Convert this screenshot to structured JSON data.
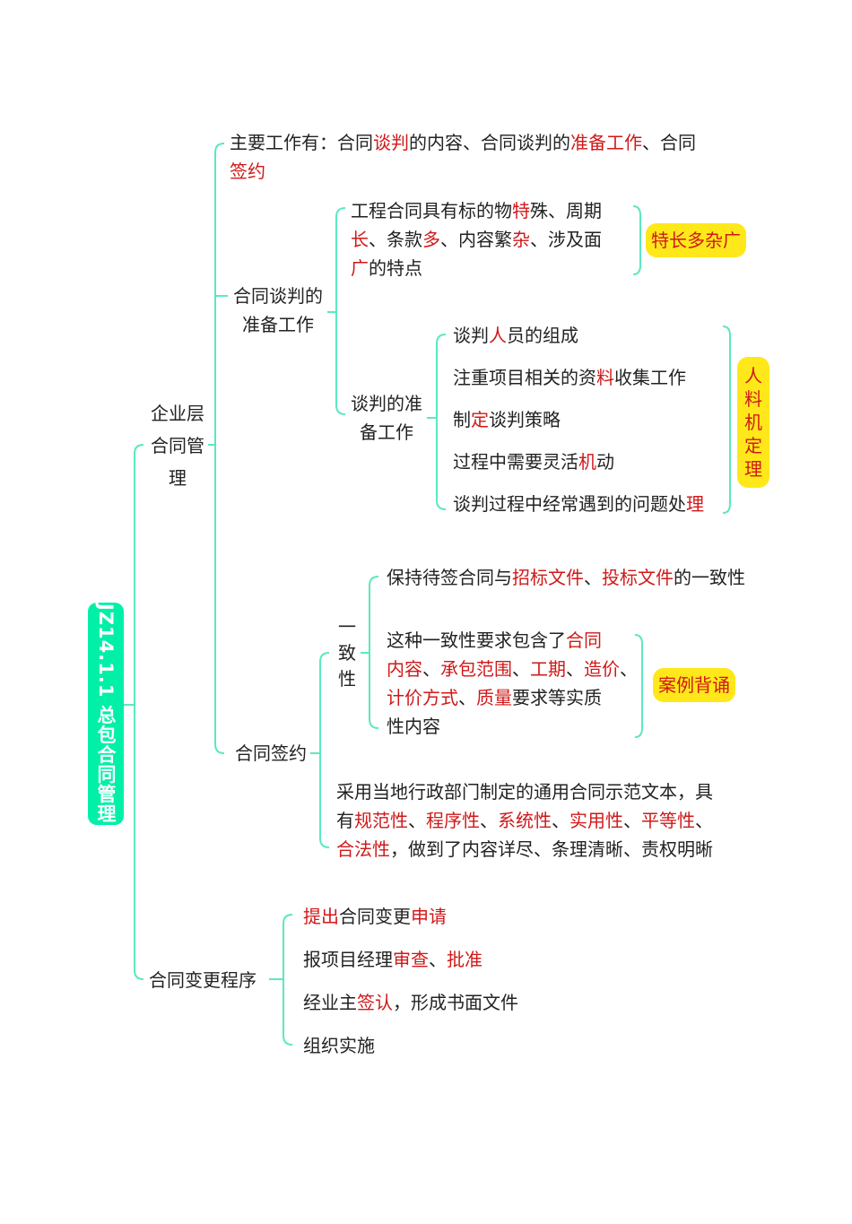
{
  "root": {
    "label": "JZ14.1.1 总包合同管理",
    "color": "#00f0a8"
  },
  "colors": {
    "line": "#5ce8c0",
    "highlight_text": "#d01818",
    "badge_bg": "#ffe81a",
    "root_bg": "#00f0a8"
  },
  "branches": {
    "enterprise": {
      "label_lines": [
        "企业层",
        "合同管",
        "理"
      ],
      "main_work": {
        "line1_segments": [
          {
            "text": "主要工作有：合同",
            "red": false
          },
          {
            "text": "谈判",
            "red": true
          },
          {
            "text": "的内容、合同谈判的",
            "red": false
          },
          {
            "text": "准备工作",
            "red": true
          },
          {
            "text": "、合同",
            "red": false
          }
        ],
        "line2_segments": [
          {
            "text": "签约",
            "red": true
          }
        ]
      },
      "negotiation_prep": {
        "label_lines": [
          "合同谈判的",
          "准备工作"
        ],
        "features": {
          "lines": [
            [
              {
                "text": "工程合同具有标的物",
                "red": false
              },
              {
                "text": "特",
                "red": true
              },
              {
                "text": "殊、周期",
                "red": false
              }
            ],
            [
              {
                "text": "长",
                "red": true
              },
              {
                "text": "、条款",
                "red": false
              },
              {
                "text": "多",
                "red": true
              },
              {
                "text": "、内容繁",
                "red": false
              },
              {
                "text": "杂",
                "red": true
              },
              {
                "text": "、涉及面",
                "red": false
              }
            ],
            [
              {
                "text": "广",
                "red": true
              },
              {
                "text": "的特点",
                "red": false
              }
            ]
          ],
          "badge": "特长多杂广"
        },
        "prep_work": {
          "label_lines": [
            "谈判的准",
            "备工作"
          ],
          "items": [
            [
              {
                "text": "谈判",
                "red": false
              },
              {
                "text": "人",
                "red": true
              },
              {
                "text": "员的组成",
                "red": false
              }
            ],
            [
              {
                "text": "注重项目相关的资",
                "red": false
              },
              {
                "text": "料",
                "red": true
              },
              {
                "text": "收集工作",
                "red": false
              }
            ],
            [
              {
                "text": "制",
                "red": false
              },
              {
                "text": "定",
                "red": true
              },
              {
                "text": "谈判策略",
                "red": false
              }
            ],
            [
              {
                "text": "过程中需要灵活",
                "red": false
              },
              {
                "text": "机",
                "red": true
              },
              {
                "text": "动",
                "red": false
              }
            ],
            [
              {
                "text": "谈判过程中经常遇到的问题处",
                "red": false
              },
              {
                "text": "理",
                "red": true
              }
            ]
          ],
          "badge_chars": [
            "人",
            "料",
            "机",
            "定",
            "理"
          ]
        }
      },
      "signing": {
        "label": "合同签约",
        "consistency": {
          "label_chars": [
            "一",
            "致",
            "性"
          ],
          "item1": [
            {
              "text": "保持待签合同与",
              "red": false
            },
            {
              "text": "招标文件",
              "red": true
            },
            {
              "text": "、",
              "red": false
            },
            {
              "text": "投标文件",
              "red": true
            },
            {
              "text": "的一致性",
              "red": false
            }
          ],
          "item2_lines": [
            [
              {
                "text": "这种一致性要求包含了",
                "red": false
              },
              {
                "text": "合同",
                "red": true
              }
            ],
            [
              {
                "text": "内容",
                "red": true
              },
              {
                "text": "、",
                "red": false
              },
              {
                "text": "承包范围",
                "red": true
              },
              {
                "text": "、",
                "red": false
              },
              {
                "text": "工期",
                "red": true
              },
              {
                "text": "、",
                "red": false
              },
              {
                "text": "造价",
                "red": true
              },
              {
                "text": "、",
                "red": false
              }
            ],
            [
              {
                "text": "计价方式",
                "red": true
              },
              {
                "text": "、",
                "red": false
              },
              {
                "text": "质量",
                "red": true
              },
              {
                "text": "要求等实质",
                "red": false
              }
            ],
            [
              {
                "text": "性内容",
                "red": false
              }
            ]
          ],
          "badge": "案例背诵"
        },
        "template_text_lines": [
          [
            {
              "text": "采用当地行政部门制定的通用合同示范文本，具",
              "red": false
            }
          ],
          [
            {
              "text": "有",
              "red": false
            },
            {
              "text": "规范性",
              "red": true
            },
            {
              "text": "、",
              "red": false
            },
            {
              "text": "程序性",
              "red": true
            },
            {
              "text": "、",
              "red": false
            },
            {
              "text": "系统性",
              "red": true
            },
            {
              "text": "、",
              "red": false
            },
            {
              "text": "实用性",
              "red": true
            },
            {
              "text": "、",
              "red": false
            },
            {
              "text": "平等性",
              "red": true
            },
            {
              "text": "、",
              "red": false
            }
          ],
          [
            {
              "text": "合法性",
              "red": true
            },
            {
              "text": "，做到了内容详尽、条理清晰、责权明晰",
              "red": false
            }
          ]
        ]
      }
    },
    "change": {
      "label": "合同变更程序",
      "items": [
        [
          {
            "text": "提出",
            "red": true
          },
          {
            "text": "合同变更",
            "red": false
          },
          {
            "text": "申请",
            "red": true
          }
        ],
        [
          {
            "text": "报项目经理",
            "red": false
          },
          {
            "text": "审查",
            "red": true
          },
          {
            "text": "、",
            "red": false
          },
          {
            "text": "批准",
            "red": true
          }
        ],
        [
          {
            "text": "经业主",
            "red": false
          },
          {
            "text": "签认",
            "red": true
          },
          {
            "text": "，形成书面文件",
            "red": false
          }
        ],
        [
          {
            "text": "组织实施",
            "red": false
          }
        ]
      ]
    }
  }
}
